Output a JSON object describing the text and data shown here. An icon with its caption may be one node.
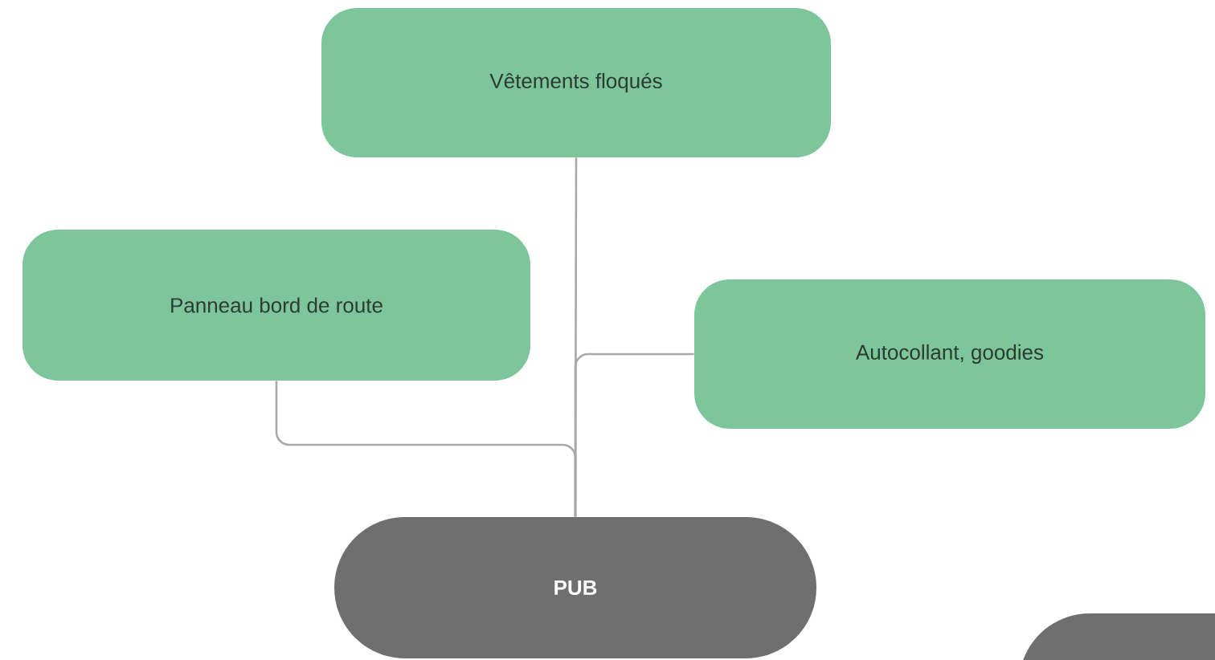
{
  "diagram": {
    "nodes": [
      {
        "text": [
          "Vêtements floqués"
        ]
      },
      {
        "text": [
          "Panneau bord de route"
        ]
      },
      {
        "text": [
          "Autocollant, goodies"
        ]
      },
      {
        "text": [
          "PUB"
        ]
      },
      {
        "text": [],
        "shape": "box"
      }
    ],
    "edges": [
      {
        "from": 3,
        "to": 0,
        "arrow": "none"
      },
      {
        "from": 3,
        "to": 1,
        "arrow": "none"
      },
      {
        "from": 3,
        "to": 2,
        "arrow": "none"
      }
    ]
  }
}
